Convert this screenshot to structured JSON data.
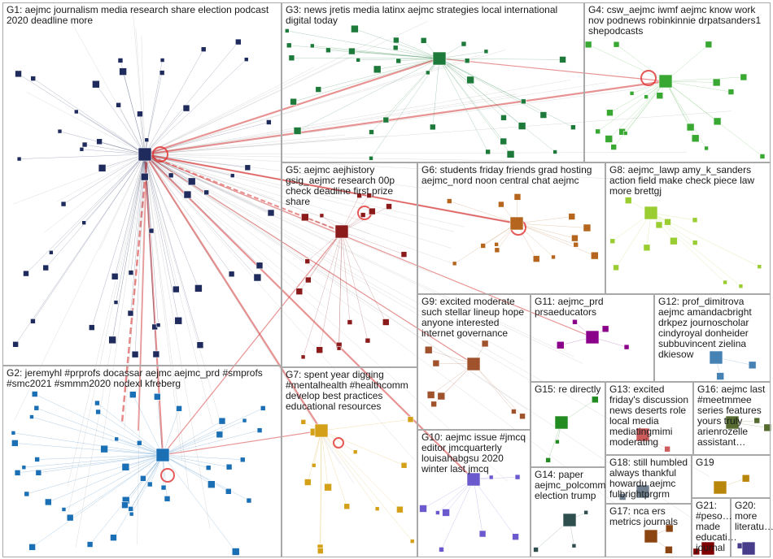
{
  "graph": {
    "title": "NodeXL network graph grouped by cluster",
    "groups": [
      {
        "id": "G1",
        "label": "G1: aejmc journalism media research share election podcast 2020 deadline more",
        "color": "#1e2b5c"
      },
      {
        "id": "G2",
        "label": "G2: jeremyhl #prprofs docassar aejmc aejmc_prd #smprofs #smc2021 #smmm2020 nodexl kfreberg",
        "color": "#1a6fb5"
      },
      {
        "id": "G3",
        "label": "G3: news jretis media latinx aejmc strategies local international digital today",
        "color": "#1e7a3a"
      },
      {
        "id": "G4",
        "label": "G4: csw_aejmc iwmf aejmc know work nov podnews robinkinnie drpatsanders1 shepodcasts",
        "color": "#38a832"
      },
      {
        "id": "G5",
        "label": "G5: aejmc aejhistory gsig_aejmc research 00p check deadline first prize share",
        "color": "#8b1a1a"
      },
      {
        "id": "G6",
        "label": "G6: students friday friends grad hosting aejmc_nord noon central chat aejmc",
        "color": "#b5651d"
      },
      {
        "id": "G7",
        "label": "G7: spent year digging #mentalhealth #healthcomm develop best practices educational resources",
        "color": "#d4a017"
      },
      {
        "id": "G8",
        "label": "G8: aejmc_lawp amy_k_sanders action field make check piece law more brettgj",
        "color": "#9acd32"
      },
      {
        "id": "G9",
        "label": "G9: excited moderate such stellar lineup hope anyone interested internet governance",
        "color": "#a0522d"
      },
      {
        "id": "G10",
        "label": "G10: aejmc issue #jmcq editor jmcquarterly louisahabgsu 2020 winter last jmcq",
        "color": "#6a5acd"
      },
      {
        "id": "G11",
        "label": "G11: aejmc_prd prsaeducators",
        "color": "#8b008b"
      },
      {
        "id": "G12",
        "label": "G12: prof_dimitrova aejmc amandacbright drkpez journoscholar cindyroyal donheider subbuvincent zielina dkiesow",
        "color": "#4682b4"
      },
      {
        "id": "G13",
        "label": "G13: excited friday's discussion news deserts role local media mediatingmimi moderating",
        "color": "#cd5c5c"
      },
      {
        "id": "G14",
        "label": "G14: paper aejmc_polcomm election trump",
        "color": "#2f4f4f"
      },
      {
        "id": "G15",
        "label": "G15: re directly",
        "color": "#228b22"
      },
      {
        "id": "G16",
        "label": "G16: aejmc last #meetmmee series features yours truly arienrozelle assistant…",
        "color": "#556b2f"
      },
      {
        "id": "G17",
        "label": "G17: nca ers metrics journals",
        "color": "#8b4513"
      },
      {
        "id": "G18",
        "label": "G18: still humbled always thankful howardu aejmc fulbrightprgrm",
        "color": "#708090"
      },
      {
        "id": "G19",
        "label": "G19",
        "color": "#b8860b"
      },
      {
        "id": "G20",
        "label": "G20: more literatu…",
        "color": "#483d8b"
      },
      {
        "id": "G21",
        "label": "G21: #peso… made educati… journal",
        "color": "#800000"
      }
    ]
  }
}
